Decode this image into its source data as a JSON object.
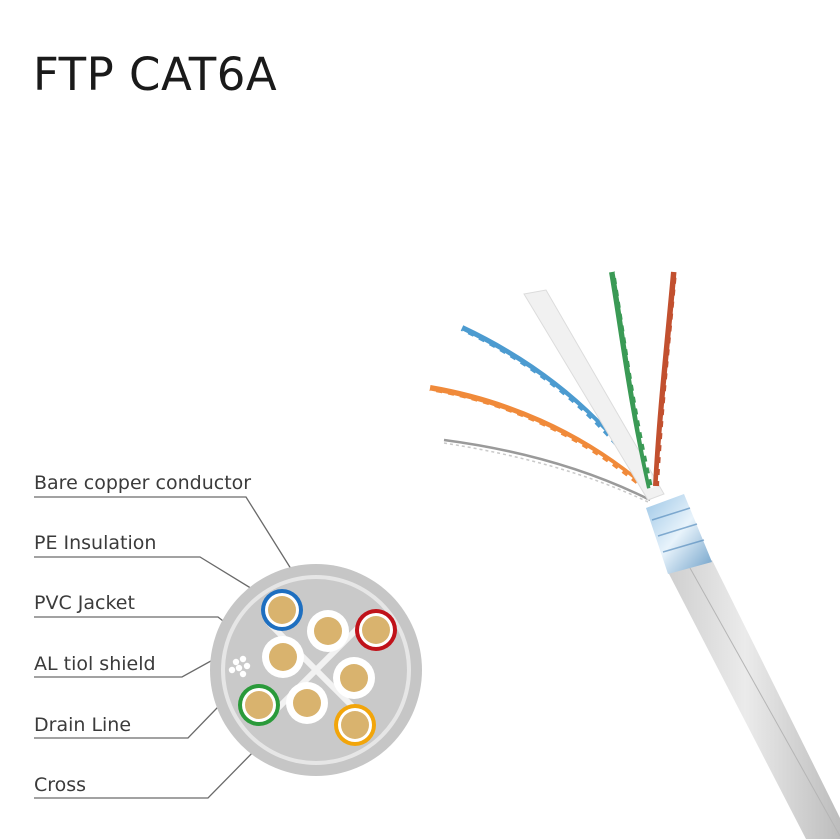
{
  "title": "FTP CAT6A",
  "labels": [
    "Bare copper conductor",
    "PE Insulation",
    "PVC Jacket",
    "AL tiol shield",
    "Drain Line",
    "Cross"
  ],
  "colors": {
    "jacket": "#c8c8c8",
    "copper": "#d9b36e",
    "insulation_blue": "#1e6fc0",
    "insulation_red": "#c0121a",
    "insulation_green": "#2a9a3a",
    "insulation_orange": "#f2a50a",
    "insulation_white": "#ffffff",
    "leader_line": "#6a6a6a"
  }
}
